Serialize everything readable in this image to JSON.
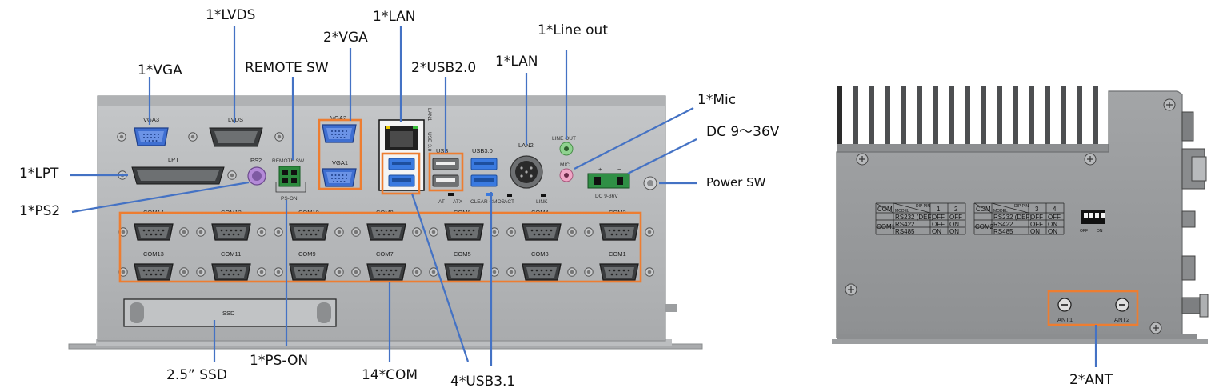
{
  "callouts": {
    "lvds": "1*LVDS",
    "lan_top": "1*LAN",
    "vga1": "1*VGA",
    "vga2": "2*VGA",
    "remote_sw": "REMOTE SW",
    "usb20": "2*USB2.0",
    "lan2": "1*LAN",
    "line_out": "1*Line out",
    "mic": "1*Mic",
    "dc": "DC 9～36V",
    "power_sw": "Power SW",
    "lpt": "1*LPT",
    "ps2": "1*PS2",
    "ssd": "2.5”  SSD",
    "ps_on": "1*PS-ON",
    "com": "14*COM",
    "usb31": "4*USB3.1",
    "ant": "2*ANT"
  },
  "panel_labels": {
    "vga3": "VGA3",
    "lvds": "LVDS",
    "vga2": "VGA2",
    "vga1": "VGA1",
    "lan1": "LAN1",
    "usb30_vert": "USB 3.0",
    "usb": "USB",
    "usb30": "USB3.0",
    "lan2": "LAN2",
    "line_out": "LINE OUT",
    "mic": "MIC",
    "lpt": "LPT",
    "ps2": "PS2",
    "remote_sw": "REMOTE SW",
    "ps_on": "PS-ON",
    "dc_plus": "+",
    "dc_minus": "−",
    "dc": "DC 9-36V",
    "ssd": "SSD",
    "at": "AT",
    "atx": "ATX",
    "clear_cmos": "CLEAR CMOS",
    "act": "ACT",
    "link": "LINK",
    "com_top": [
      "COM14",
      "COM12",
      "COM10",
      "COM8",
      "COM6",
      "COM4",
      "COM2"
    ],
    "com_bottom": [
      "COM13",
      "COM11",
      "COM9",
      "COM7",
      "COM5",
      "COM3",
      "COM1"
    ],
    "ant1": "ANT1",
    "ant2": "ANT2"
  },
  "dip_tables": [
    {
      "header_com": "COM",
      "header_model": "MODEL",
      "header_dip": "DIP PIN",
      "pins": [
        "1",
        "2"
      ],
      "port": "COM1",
      "rows": [
        {
          "model": "RS232 (DEF)",
          "values": [
            "OFF",
            "OFF"
          ]
        },
        {
          "model": "RS422",
          "values": [
            "OFF",
            "ON"
          ]
        },
        {
          "model": "RS485",
          "values": [
            "ON",
            "ON"
          ]
        }
      ]
    },
    {
      "header_com": "COM",
      "header_model": "MODEL",
      "header_dip": "DIP PIN",
      "pins": [
        "3",
        "4"
      ],
      "port": "COM2",
      "rows": [
        {
          "model": "RS232 (DEF)",
          "values": [
            "OFF",
            "OFF"
          ]
        },
        {
          "model": "RS422",
          "values": [
            "OFF",
            "ON"
          ]
        },
        {
          "model": "RS485",
          "values": [
            "ON",
            "ON"
          ]
        }
      ]
    }
  ],
  "dip_switch": {
    "off": "OFF",
    "on": "ON"
  },
  "colors": {
    "chassis": "#b4b6b8",
    "callout_line": "#4472c4",
    "highlight_box": "#ed7d31",
    "vga_blue": "#3f6fd1",
    "usb30_blue": "#3a7ae0",
    "ps2_purple": "#b48ad8",
    "line_out_green": "#8fd28f",
    "mic_pink": "#f0a6c6",
    "dc_green": "#2f8f45"
  }
}
